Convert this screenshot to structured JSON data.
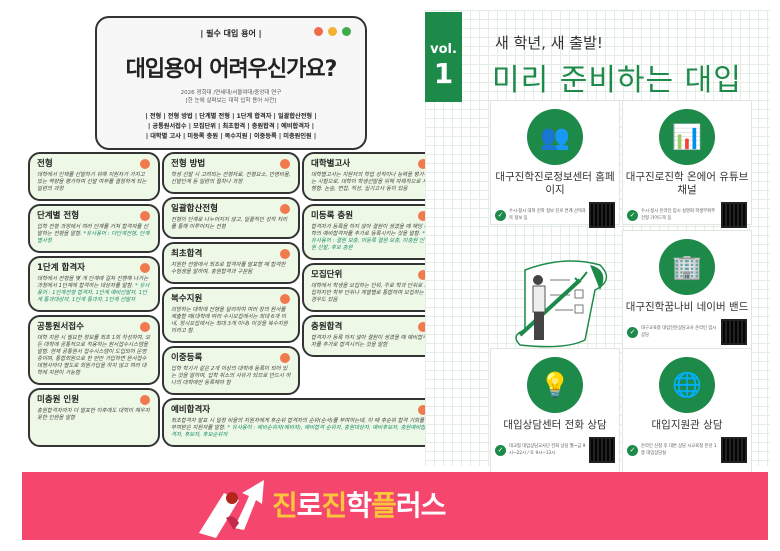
{
  "window": {
    "header": "| 필수 대입 용어 |",
    "title": "대입용어 어려우신가요?",
    "source": "2026 경희대 /연세대/서울여대/중앙대 연구",
    "subtitle": "[한 눈에 살펴보는 대학 입학 용어 사전]",
    "terms": [
      "| 전형 | 전형 방법 | 단계별 전형 | 1단계 합격자 | 일괄합산전형 |",
      "| 공통원서접수 | 모집단위 | 최초합격 | 충원합격 | 예비합격자 |",
      "| 대학별 고사 | 미등록 충원 | 복수지원 | 이중등록 | 미충원인원 |"
    ],
    "dot_colors": [
      "#ef6b4a",
      "#f2b233",
      "#3dab4a"
    ]
  },
  "cards": [
    {
      "title": "전형",
      "text": "대학에서 인재를 선발하기 위해 지원자가 가지고 있는 역량을 평가하여 선발 여부를 결정하게 되는 일련의 과정"
    },
    {
      "title": "전형 방법",
      "text": "학생 선발 시 고려되는 전형자료, 전형요소, 반영비율, 선발단계 등 일련의 절차나 과정"
    },
    {
      "title": "대학별고사",
      "text": "대학별고사는 지원자의 학업 성적이나 능력을 평가하는 시험으로, 대학이 학생선발을 위해 자체적으로 시행함. 논술, 면접, 적성, 실기고사 등이 있음"
    },
    {
      "title": "일괄합산전형",
      "text": "전형이 단계로 나누어지지 않고, 일괄적인 성적 처리를 통해 이루어지는 전형"
    },
    {
      "title": "단계별 전형",
      "text": "입학 전형 과정에서 여러 단계를 거쳐 합격자를 선발하는 전형을 말함.",
      "syn": "*유사용어 : 다단계전형, 단계별사정"
    },
    {
      "title": "최초합격",
      "text": "지원한 전형에서 최초로 합격자를 발표할 때 합격한 수험생을 말하며, 충원합격과 구분됨"
    },
    {
      "title": "미등록 충원",
      "text": "합격자가 등록을 하지 않아 결원이 생겼을 때 해당 대학의 예비합격자를 추가로 등록시키는 것을 말함.",
      "syn": "* 유사용어 : 결원 보충, 미등록 결원 보충, 미충원 인원 선발, 후보 충원"
    },
    {
      "title": "1단계 합격자",
      "text": "대학에서 전형을 몇 개 단계에 걸쳐 진행해 나가는 과정에서 1단계에 합격하는 대상자를 말함.",
      "syn": "* 유사용어 : 1단계전형 합격자, 1단계 예비선발자, 1단계 통과대상자, 1단계 통과자, 1단계 선발자"
    },
    {
      "title": "공통원서접수",
      "text": "대학 지원 시 필요한 정보를 최초 1회 작성하여, 모든 대학에 공통적으로 적용하는 원서접수시스템을 말함. 현재 공통원서 접수시스템이 도입되어 운영 중이며, 통합회원으로 한 번만 가입하면 원서접수대행사마다 별도로 회원가입을 하지 않고 여러 대학에 지원이 가능함"
    },
    {
      "title": "복수지원",
      "text": "희망하는 대학에 전형을 달리하여 여러 장의 원서를 제출할 때(대학에 따라 수시모집에서는 최대 6개 이내, 정시모집에서는 최대 3개 이내) 이것을 복수지원이라고 함."
    },
    {
      "title": "이중등록",
      "text": "입학 학기가 같은 2개 이상의 대학에 등록이 되어 있는 것을 말하며, 입학 취소의 사유가 되므로 반드시 하나의 대학에만 등록해야 함"
    },
    {
      "title": "모집단위",
      "text": "대학에서 학생을 모집하는 단위, 주로 학과 단위로 모집하지만 학부 단위나 계열별로 통합하여 모집하는 경우도 있음"
    },
    {
      "title": "미충원 인원",
      "text": "충원합격자까지 다 발표한 이후에도 대학이 채우지 못한 인원을 말함"
    },
    {
      "title": "예비합격자",
      "text": "최초합격자 발표 시 일정 비율의 지원자에게 후순위 합격자의 순위(순서)를 부여하는데, 이 때 후순위 합격 기회를 부여받은 지원자를 말함.",
      "syn": "* 유사용어 : 예비순위자(예비자), 예비합격 순위자, 충원대상자, 예비후보자, 충원예비합격자, 후보자, 후보순위자"
    },
    {
      "title": "충원합격",
      "text": "합격자가 등록 하지 않아 결원이 생겼을 때 예비합격자를 추가로 합격시키는 것을 말함"
    }
  ],
  "right": {
    "vol_label": "vol.",
    "vol_number": "1",
    "subtitle": "새 학년, 새 출발!",
    "title": "미리 준비하는 대입",
    "accent": "#1e8a4a",
    "services": [
      {
        "name": "대구진학진로정보센터 홈페이지",
        "desc": "수시·정시 대학 진학 정보 진로 연계 선택과목 정보 등",
        "icon": "people-network-icon"
      },
      {
        "name": "대구진로진학 온에어 유튜브 채널",
        "desc": "수시·정시 온라인 입시 설명회 학생부위주전형 가이드북 등",
        "icon": "presentation-icon"
      },
      {
        "name": "대구진학꿈나비 네이버 밴드",
        "desc": "대구교육청 대입전문상담교사 온라인 입시 상담",
        "icon": "building-icon"
      },
      {
        "name": "대입상담센터 전화 상담",
        "desc": "대교협 대입상담교사단 전화 상담 월~금 9시~22시 / 토 9시~13시",
        "icon": "lightbulb-icon"
      },
      {
        "name": "대입지원관 상담",
        "desc": "온라인 신청 후 대면 상담 시교육청 본관 1층 대입상담실",
        "icon": "globe-icon"
      }
    ]
  },
  "banner": {
    "logo_parts": [
      "진",
      "로",
      "진",
      "학",
      "플",
      "러스"
    ],
    "bg": "#f5466e"
  }
}
